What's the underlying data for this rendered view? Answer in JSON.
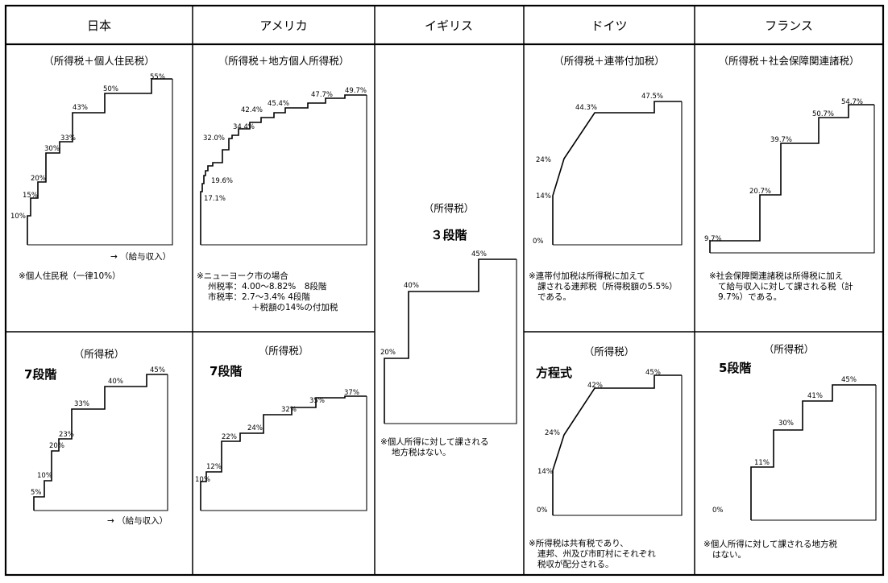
{
  "headers": [
    "日本",
    "アメリカ",
    "イギリス",
    "ドイツ",
    "フランス"
  ],
  "uk": {
    "subtitle": "（所得税）",
    "stage_label": "３段階",
    "note": [
      "※個人所得に対して課される",
      "地方税はない。"
    ],
    "chart_data": {
      "type": "step",
      "labels": [
        "20%",
        "40%",
        "45%"
      ],
      "values": [
        20,
        40,
        45
      ]
    }
  },
  "panels": {
    "japan_top": {
      "subtitle": "（所得税＋個人住民税）",
      "axis_note": "→ （給与収入）",
      "note": [
        "※個人住民税（一律10%）"
      ],
      "chart_data": {
        "type": "step",
        "labels": [
          "10%",
          "15%",
          "20%",
          "30%",
          "33%",
          "43%",
          "50%",
          "55%"
        ],
        "values": [
          10,
          15,
          20,
          30,
          33,
          43,
          50,
          55
        ]
      }
    },
    "japan_bottom": {
      "subtitle": "（所得税）",
      "stage_label": "7段階",
      "axis_note": "→ （給与収入）",
      "chart_data": {
        "type": "step",
        "labels": [
          "5%",
          "10%",
          "20%",
          "23%",
          "33%",
          "40%",
          "45%"
        ],
        "values": [
          5,
          10,
          20,
          23,
          33,
          40,
          45
        ]
      }
    },
    "usa_top": {
      "subtitle": "（所得税＋地方個人所得税）",
      "note": [
        "※ニューヨーク市の場合",
        "州税率：4.00～8.82%　8段階",
        "市税率：2.7～3.4% 4段階",
        "＋税額の14%の付加税"
      ],
      "chart_data": {
        "type": "step",
        "labels": [
          "17.1%",
          "19.6%",
          "32.0%",
          "34.4%",
          "42.4%",
          "45.4%",
          "47.7%",
          "49.7%"
        ],
        "values": [
          17.1,
          19.6,
          32.0,
          34.4,
          42.4,
          45.4,
          47.7,
          49.7
        ]
      }
    },
    "usa_bottom": {
      "subtitle": "（所得税）",
      "stage_label": "7段階",
      "chart_data": {
        "type": "step",
        "labels": [
          "10%",
          "12%",
          "22%",
          "24%",
          "32%",
          "35%",
          "37%"
        ],
        "values": [
          10,
          12,
          22,
          24,
          32,
          35,
          37
        ]
      }
    },
    "germany_top": {
      "subtitle": "（所得税＋連帯付加税）",
      "note": [
        "※連帯付加税は所得税に加えて",
        "課される連邦税（所得税額の5.5%）",
        "である。"
      ],
      "chart_data": {
        "type": "line",
        "labels": [
          "0%",
          "14%",
          "24%",
          "44.3%",
          "47.5%"
        ],
        "values": [
          0,
          14,
          24,
          44.3,
          47.5
        ]
      }
    },
    "germany_bottom": {
      "subtitle": "（所得税）",
      "stage_label": "方程式",
      "note": [
        "※所得税は共有税であり、",
        "連邦、州及び市町村にそれぞれ",
        "税収が配分される。"
      ],
      "chart_data": {
        "type": "line",
        "labels": [
          "0%",
          "14%",
          "24%",
          "42%",
          "45%"
        ],
        "values": [
          0,
          14,
          24,
          42,
          45
        ]
      }
    },
    "france_top": {
      "subtitle": "（所得税＋社会保障関連諸税）",
      "note": [
        "※社会保障関連諸税は所得税に加え",
        "て給与収入に対して課される税（計",
        "9.7%）である。"
      ],
      "chart_data": {
        "type": "step",
        "labels": [
          "9.7%",
          "20.7%",
          "39.7%",
          "50.7%",
          "54.7%"
        ],
        "values": [
          9.7,
          20.7,
          39.7,
          50.7,
          54.7
        ]
      }
    },
    "france_bottom": {
      "subtitle": "（所得税）",
      "stage_label": "5段階",
      "note": [
        "※個人所得に対して課される地方税",
        "はない。"
      ],
      "chart_data": {
        "type": "step",
        "labels": [
          "0%",
          "11%",
          "30%",
          "41%",
          "45%"
        ],
        "values": [
          0,
          11,
          30,
          41,
          45
        ]
      }
    }
  }
}
